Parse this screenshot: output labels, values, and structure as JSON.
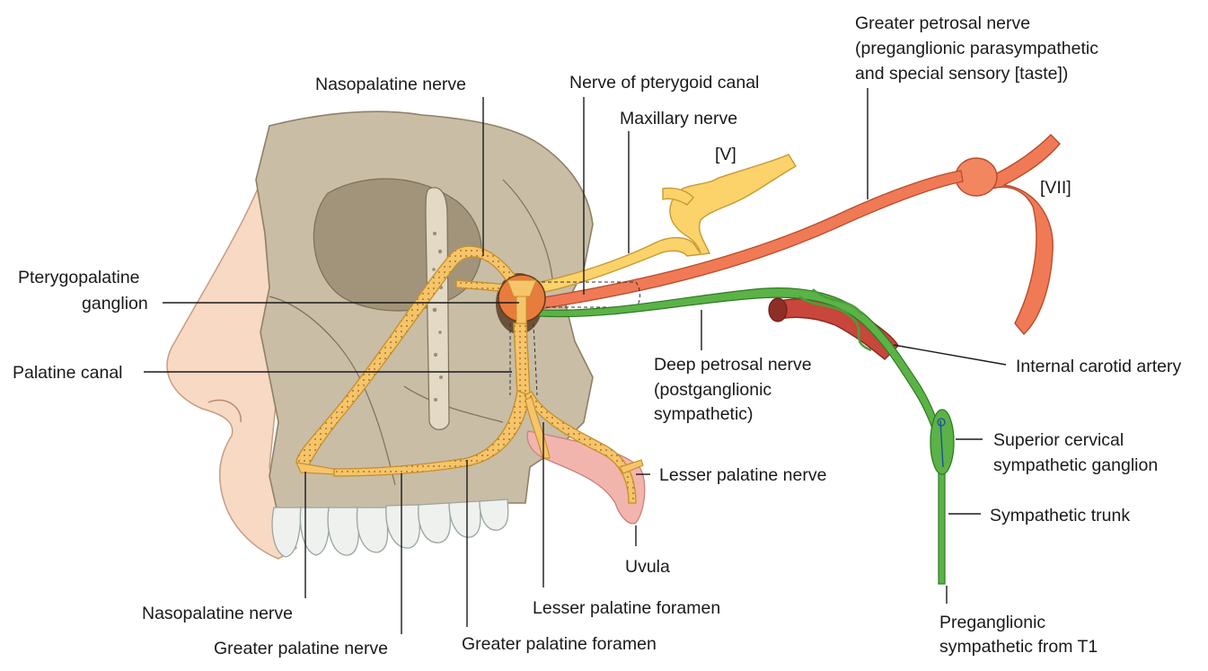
{
  "labels": {
    "nasopalatine_top": "Nasopalatine nerve",
    "nerve_pterygoid_canal": "Nerve of pterygoid canal",
    "maxillary_nerve": "Maxillary nerve",
    "cn_v": "[V]",
    "greater_petrosal_line1": "Greater petrosal nerve",
    "greater_petrosal_line2": "(preganglionic parasympathetic",
    "greater_petrosal_line3": "and special sensory [taste])",
    "cn_vii": "[VII]",
    "pterygopalatine_line1": "Pterygopalatine",
    "pterygopalatine_line2": "ganglion",
    "palatine_canal": "Palatine canal",
    "deep_petrosal_line1": "Deep petrosal nerve",
    "deep_petrosal_line2": "(postganglionic",
    "deep_petrosal_line3": "sympathetic)",
    "internal_carotid": "Internal carotid artery",
    "superior_cervical_line1": "Superior cervical",
    "superior_cervical_line2": "sympathetic ganglion",
    "lesser_palatine_nerve": "Lesser palatine nerve",
    "sympathetic_trunk": "Sympathetic trunk",
    "uvula": "Uvula",
    "nasopalatine_bottom": "Nasopalatine nerve",
    "lesser_palatine_foramen": "Lesser palatine foramen",
    "greater_palatine_nerve": "Greater palatine nerve",
    "greater_palatine_foramen": "Greater palatine foramen",
    "preganglionic_line1": "Preganglionic",
    "preganglionic_line2": "sympathetic from T1"
  },
  "colors": {
    "bone": "#c9bda6",
    "bone_dark": "#8e8066",
    "skin": "#f7d9c4",
    "palatine_nerves": "#f6c46a",
    "maxillary": "#fcd26a",
    "facial_nerve": "#f07a55",
    "sympathetic": "#5bb347",
    "artery": "#c8463b",
    "ganglion": "#e77c3d",
    "uvula": "#f2b5ad",
    "teeth": "#eef1ee"
  }
}
